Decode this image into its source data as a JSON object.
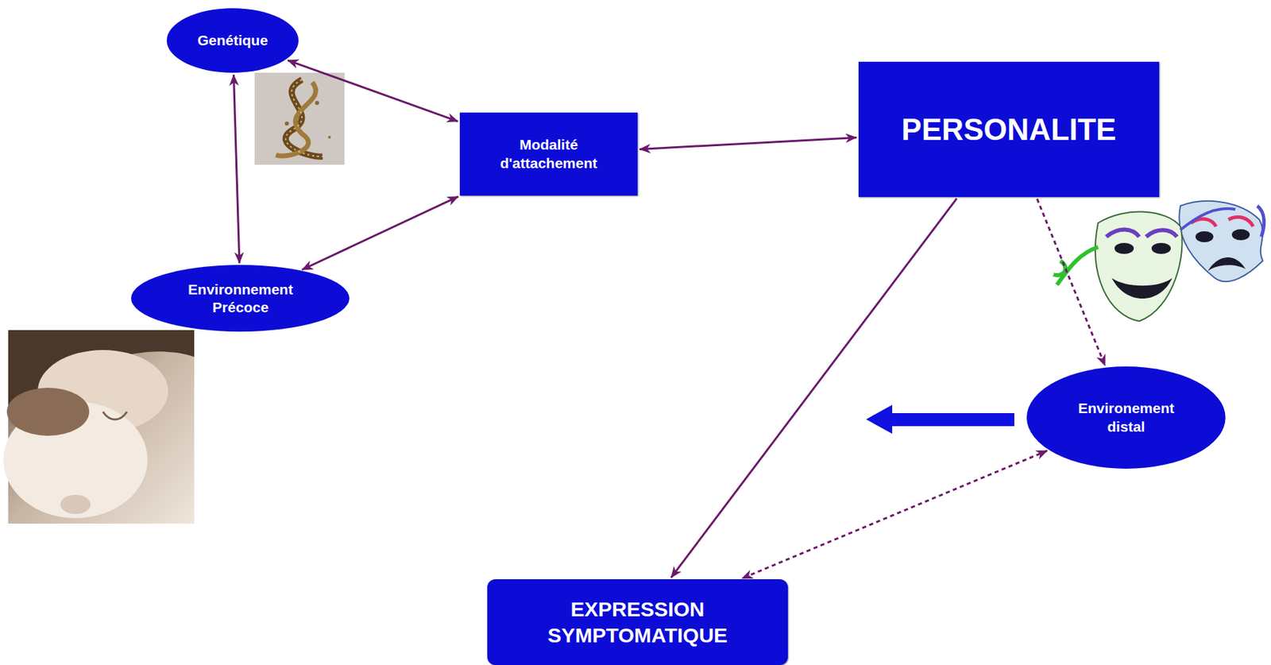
{
  "diagram": {
    "nodes": [
      {
        "text": [
          "Genétique"
        ]
      },
      {
        "text": [
          "Modalité d'attachement"
        ]
      },
      {
        "text": [
          "PERSONALITE"
        ]
      },
      {
        "text": [
          "Environnement Précoce"
        ]
      },
      {
        "text": [
          "Environement distal"
        ]
      },
      {
        "text": [
          "EXPRESSION SYMPTOMATIQUE"
        ]
      }
    ],
    "edges": [
      {
        "from": 0,
        "to": 1,
        "arrow": "both"
      },
      {
        "from": 0,
        "to": 3,
        "arrow": "both"
      },
      {
        "from": 3,
        "to": 1,
        "arrow": "both"
      },
      {
        "from": 1,
        "to": 2,
        "arrow": "both"
      },
      {
        "from": 2,
        "to": 5,
        "arrow": "to"
      },
      {
        "from": 2,
        "to": 4,
        "arrow": "to"
      },
      {
        "from": 4,
        "to": 5,
        "arrow": "both"
      }
    ]
  }
}
